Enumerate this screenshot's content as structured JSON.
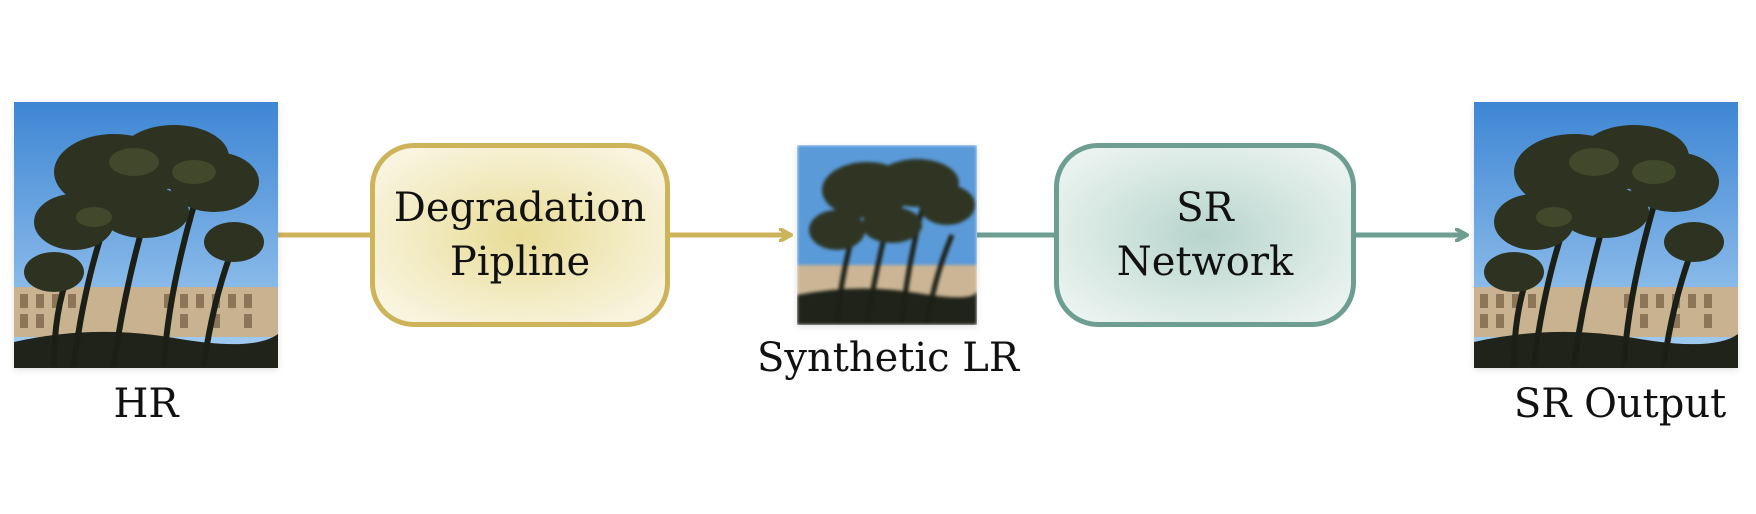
{
  "nodes": {
    "hr": {
      "caption": "HR"
    },
    "degradation": {
      "line1": "Degradation",
      "line2": "Pipline"
    },
    "lr": {
      "caption": "Synthetic LR"
    },
    "sr_network": {
      "line1": "SR",
      "line2": "Network"
    },
    "sr_output": {
      "caption": "SR Output"
    }
  },
  "colors": {
    "degradation_accent": "#cdb35a",
    "sr_accent": "#6e9e92",
    "sky": "#4a8fd8",
    "foliage": "#2d3320",
    "ruins": "#c9b290"
  }
}
